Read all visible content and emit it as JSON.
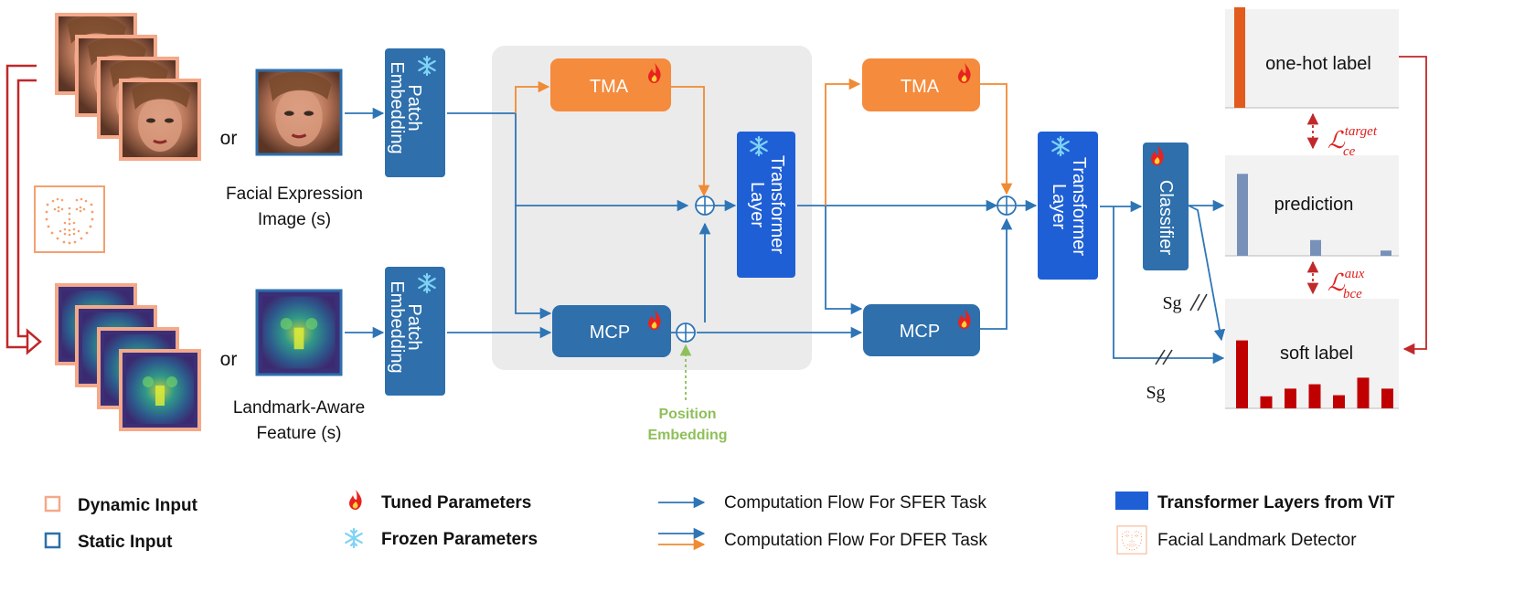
{
  "inputs": {
    "or_top": "or",
    "or_bottom": "or",
    "image_label_line1": "Facial Expression",
    "image_label_line2": "Image (s)",
    "feature_label_line1": "Landmark-Aware",
    "feature_label_line2": "Feature (s)"
  },
  "blocks": {
    "patch_embedding_top": [
      "Patch",
      "Embedding"
    ],
    "patch_embedding_bottom": [
      "Patch",
      "Embedding"
    ],
    "tma_1": "TMA",
    "tma_2": "TMA",
    "mcp_1": "MCP",
    "mcp_2": "MCP",
    "transformer_1": [
      "Transformer",
      "Layer"
    ],
    "transformer_2": [
      "Transformer",
      "Layer"
    ],
    "classifier": "Classifier",
    "position_embedding": [
      "Position",
      "Embedding"
    ]
  },
  "outputs": {
    "one_hot_label": "one-hot label",
    "prediction": "prediction",
    "soft_label": "soft label",
    "loss_target": {
      "base": "ℒ",
      "sup": "target",
      "sub": "ce"
    },
    "loss_aux": {
      "base": "ℒ",
      "sup": "aux",
      "sub": "bce"
    },
    "sg_upper": "Sg",
    "sg_lower": "Sg",
    "one_hot_bars": [
      1.0
    ],
    "prediction_bars": [
      0.78,
      0.15,
      0.05
    ],
    "soft_label_bars": [
      0.62,
      0.11,
      0.18,
      0.22,
      0.12,
      0.28,
      0.18
    ]
  },
  "legend": {
    "dynamic_input": "Dynamic Input",
    "static_input": "Static Input",
    "tuned_parameters": "Tuned Parameters",
    "frozen_parameters": "Frozen Parameters",
    "sfer_flow": "Computation Flow For SFER Task",
    "dfer_flow": "Computation Flow For DFER Task",
    "vit_layers": "Transformer Layers from ViT",
    "landmark_detector": "Facial Landmark Detector"
  },
  "colors": {
    "flow_blue": "#2e75b6",
    "flow_orange": "#f08a33",
    "block_blue": "#2e6fac",
    "vit_blue": "#1f5fd6",
    "tma_orange": "#f58b3c",
    "dynamic_border": "#f4a98a",
    "static_border": "#2e6fac",
    "soft_label_red": "#c00000",
    "loss_red": "#e02020",
    "position_green": "#8fbf5a",
    "feedback_red": "#c0282a"
  }
}
